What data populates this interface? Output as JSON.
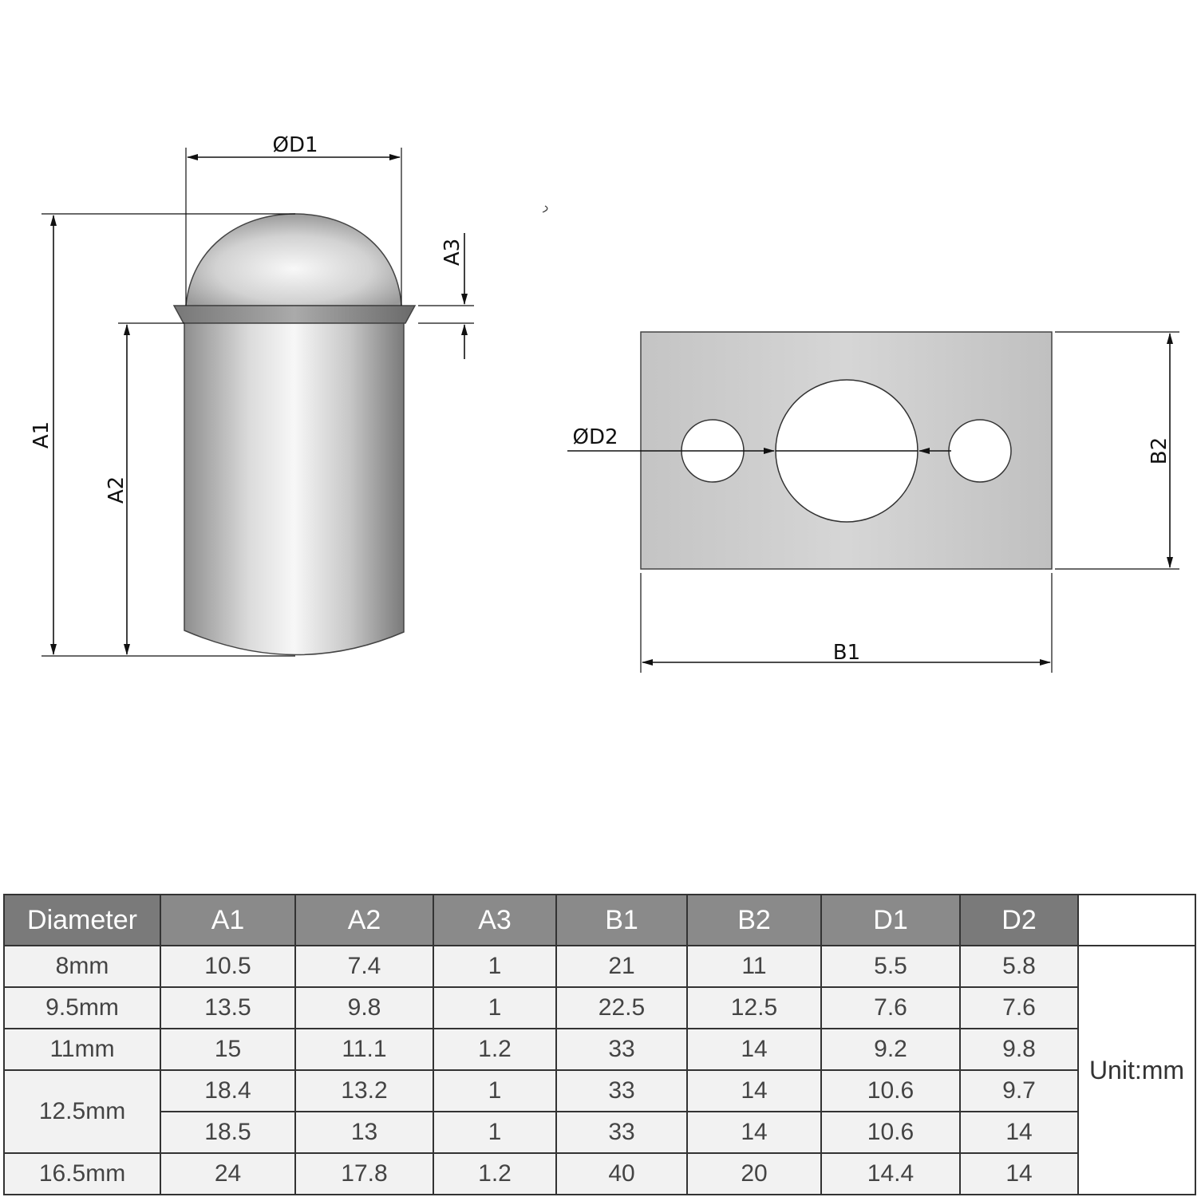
{
  "drawing": {
    "pin_labels": {
      "d1": "ØD1",
      "a1": "A1",
      "a2": "A2",
      "a3": "A3"
    },
    "plate_labels": {
      "d2": "ØD2",
      "b1": "B1",
      "b2": "B2"
    }
  },
  "table": {
    "headers": [
      "Diameter",
      "A1",
      "A2",
      "A3",
      "B1",
      "B2",
      "D1",
      "D2"
    ],
    "unit_label": "Unit:mm",
    "rows": [
      {
        "diameter": "8mm",
        "A1": "10.5",
        "A2": "7.4",
        "A3": "1",
        "B1": "21",
        "B2": "11",
        "D1": "5.5",
        "D2": "5.8"
      },
      {
        "diameter": "9.5mm",
        "A1": "13.5",
        "A2": "9.8",
        "A3": "1",
        "B1": "22.5",
        "B2": "12.5",
        "D1": "7.6",
        "D2": "7.6"
      },
      {
        "diameter": "11mm",
        "A1": "15",
        "A2": "11.1",
        "A3": "1.2",
        "B1": "33",
        "B2": "14",
        "D1": "9.2",
        "D2": "9.8"
      },
      {
        "diameter": "12.5mm",
        "A1": "18.4",
        "A2": "13.2",
        "A3": "1",
        "B1": "33",
        "B2": "14",
        "D1": "10.6",
        "D2": "9.7"
      },
      {
        "diameter": "12.5mm",
        "A1": "18.5",
        "A2": "13",
        "A3": "1",
        "B1": "33",
        "B2": "14",
        "D1": "10.6",
        "D2": "14"
      },
      {
        "diameter": "16.5mm",
        "A1": "24",
        "A2": "17.8",
        "A3": "1.2",
        "B1": "40",
        "B2": "20",
        "D1": "14.4",
        "D2": "14"
      }
    ]
  }
}
